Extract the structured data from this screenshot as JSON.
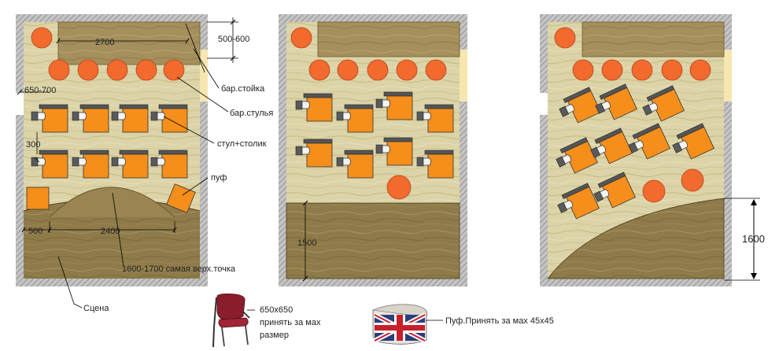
{
  "colors": {
    "wall_fill": "#bdbdbd",
    "wall_stroke": "#6d6d6d",
    "floor_light": "#d9d2a6",
    "floor_dark": "#8f7b49",
    "bar_counter": "#a38d5a",
    "stool": "#f26a2e",
    "table": "#f58e1b",
    "chair_back": "#5a5a5a",
    "door": "#f6e6b0",
    "line": "#000000"
  },
  "labels": {
    "dim_bar_length": "2700",
    "dim_bar_depth": "500-600",
    "dim_side_gap": "650-700",
    "dim_row_gap": "300",
    "dim_stage_side": "500",
    "dim_stage_width": "2400",
    "dim_stage_depth_1": "1500",
    "dim_stage_depth_2": "1600",
    "callout_bar_counter": "бар.стойка",
    "callout_bar_stools": "бар.стулья",
    "callout_chair_table": "стул+столик",
    "callout_pouf": "пуф",
    "callout_peak": "1600-1700 самая верх.точка",
    "callout_stage": "Сцена",
    "chair_size": "650x650",
    "chair_note_1": "принять за мах",
    "chair_note_2": "размер",
    "pouf_note": "Пуф.Принять за мах 45х45"
  },
  "icons": {
    "chair_photo": "office-chair-icon",
    "pouf_photo": "union-jack-pouf-icon"
  }
}
